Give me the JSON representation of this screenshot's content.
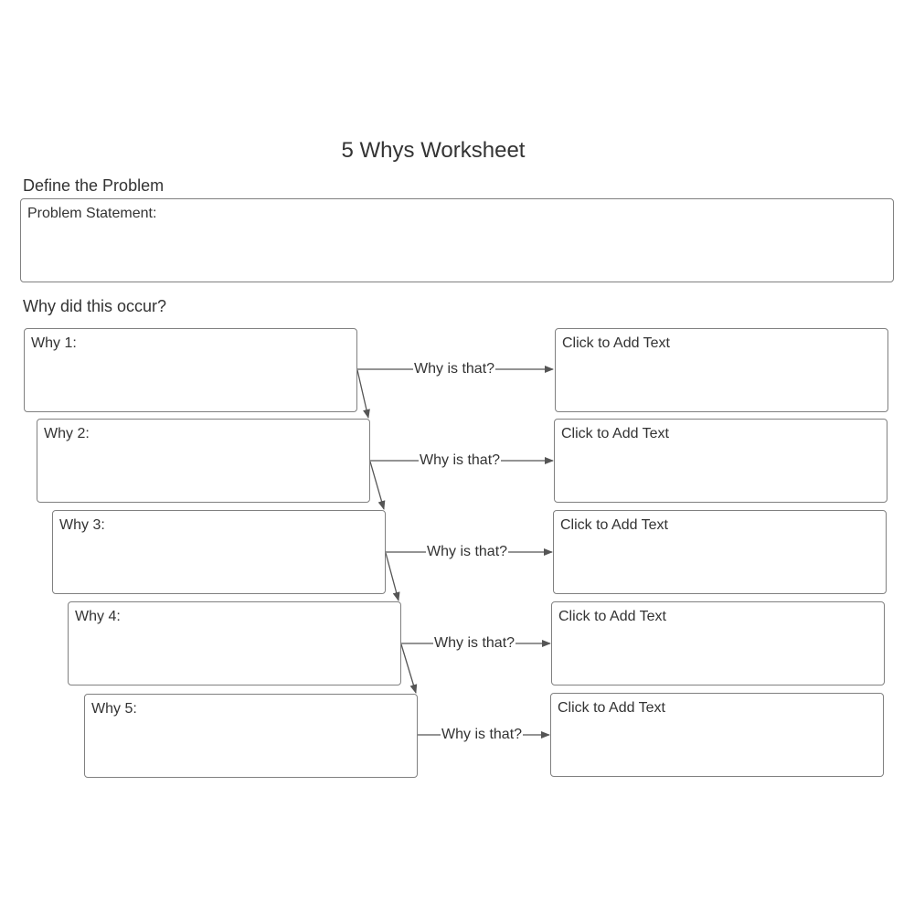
{
  "title": "5 Whys Worksheet",
  "problem_section": {
    "heading": "Define the Problem",
    "statement_label": "Problem Statement:"
  },
  "why_section": {
    "heading": "Why did this occur?",
    "rows": [
      {
        "why_label": "Why 1:",
        "connector_label": "Why is that?",
        "answer_text": "Click to Add Text"
      },
      {
        "why_label": "Why 2:",
        "connector_label": "Why is that?",
        "answer_text": "Click to Add Text"
      },
      {
        "why_label": "Why 3:",
        "connector_label": "Why is that?",
        "answer_text": "Click to Add Text"
      },
      {
        "why_label": "Why 4:",
        "connector_label": "Why is that?",
        "answer_text": "Click to Add Text"
      },
      {
        "why_label": "Why 5:",
        "connector_label": "Why is that?",
        "answer_text": "Click to Add Text"
      }
    ]
  },
  "colors": {
    "text": "#333333",
    "border": "#808080",
    "connector": "#555555"
  }
}
